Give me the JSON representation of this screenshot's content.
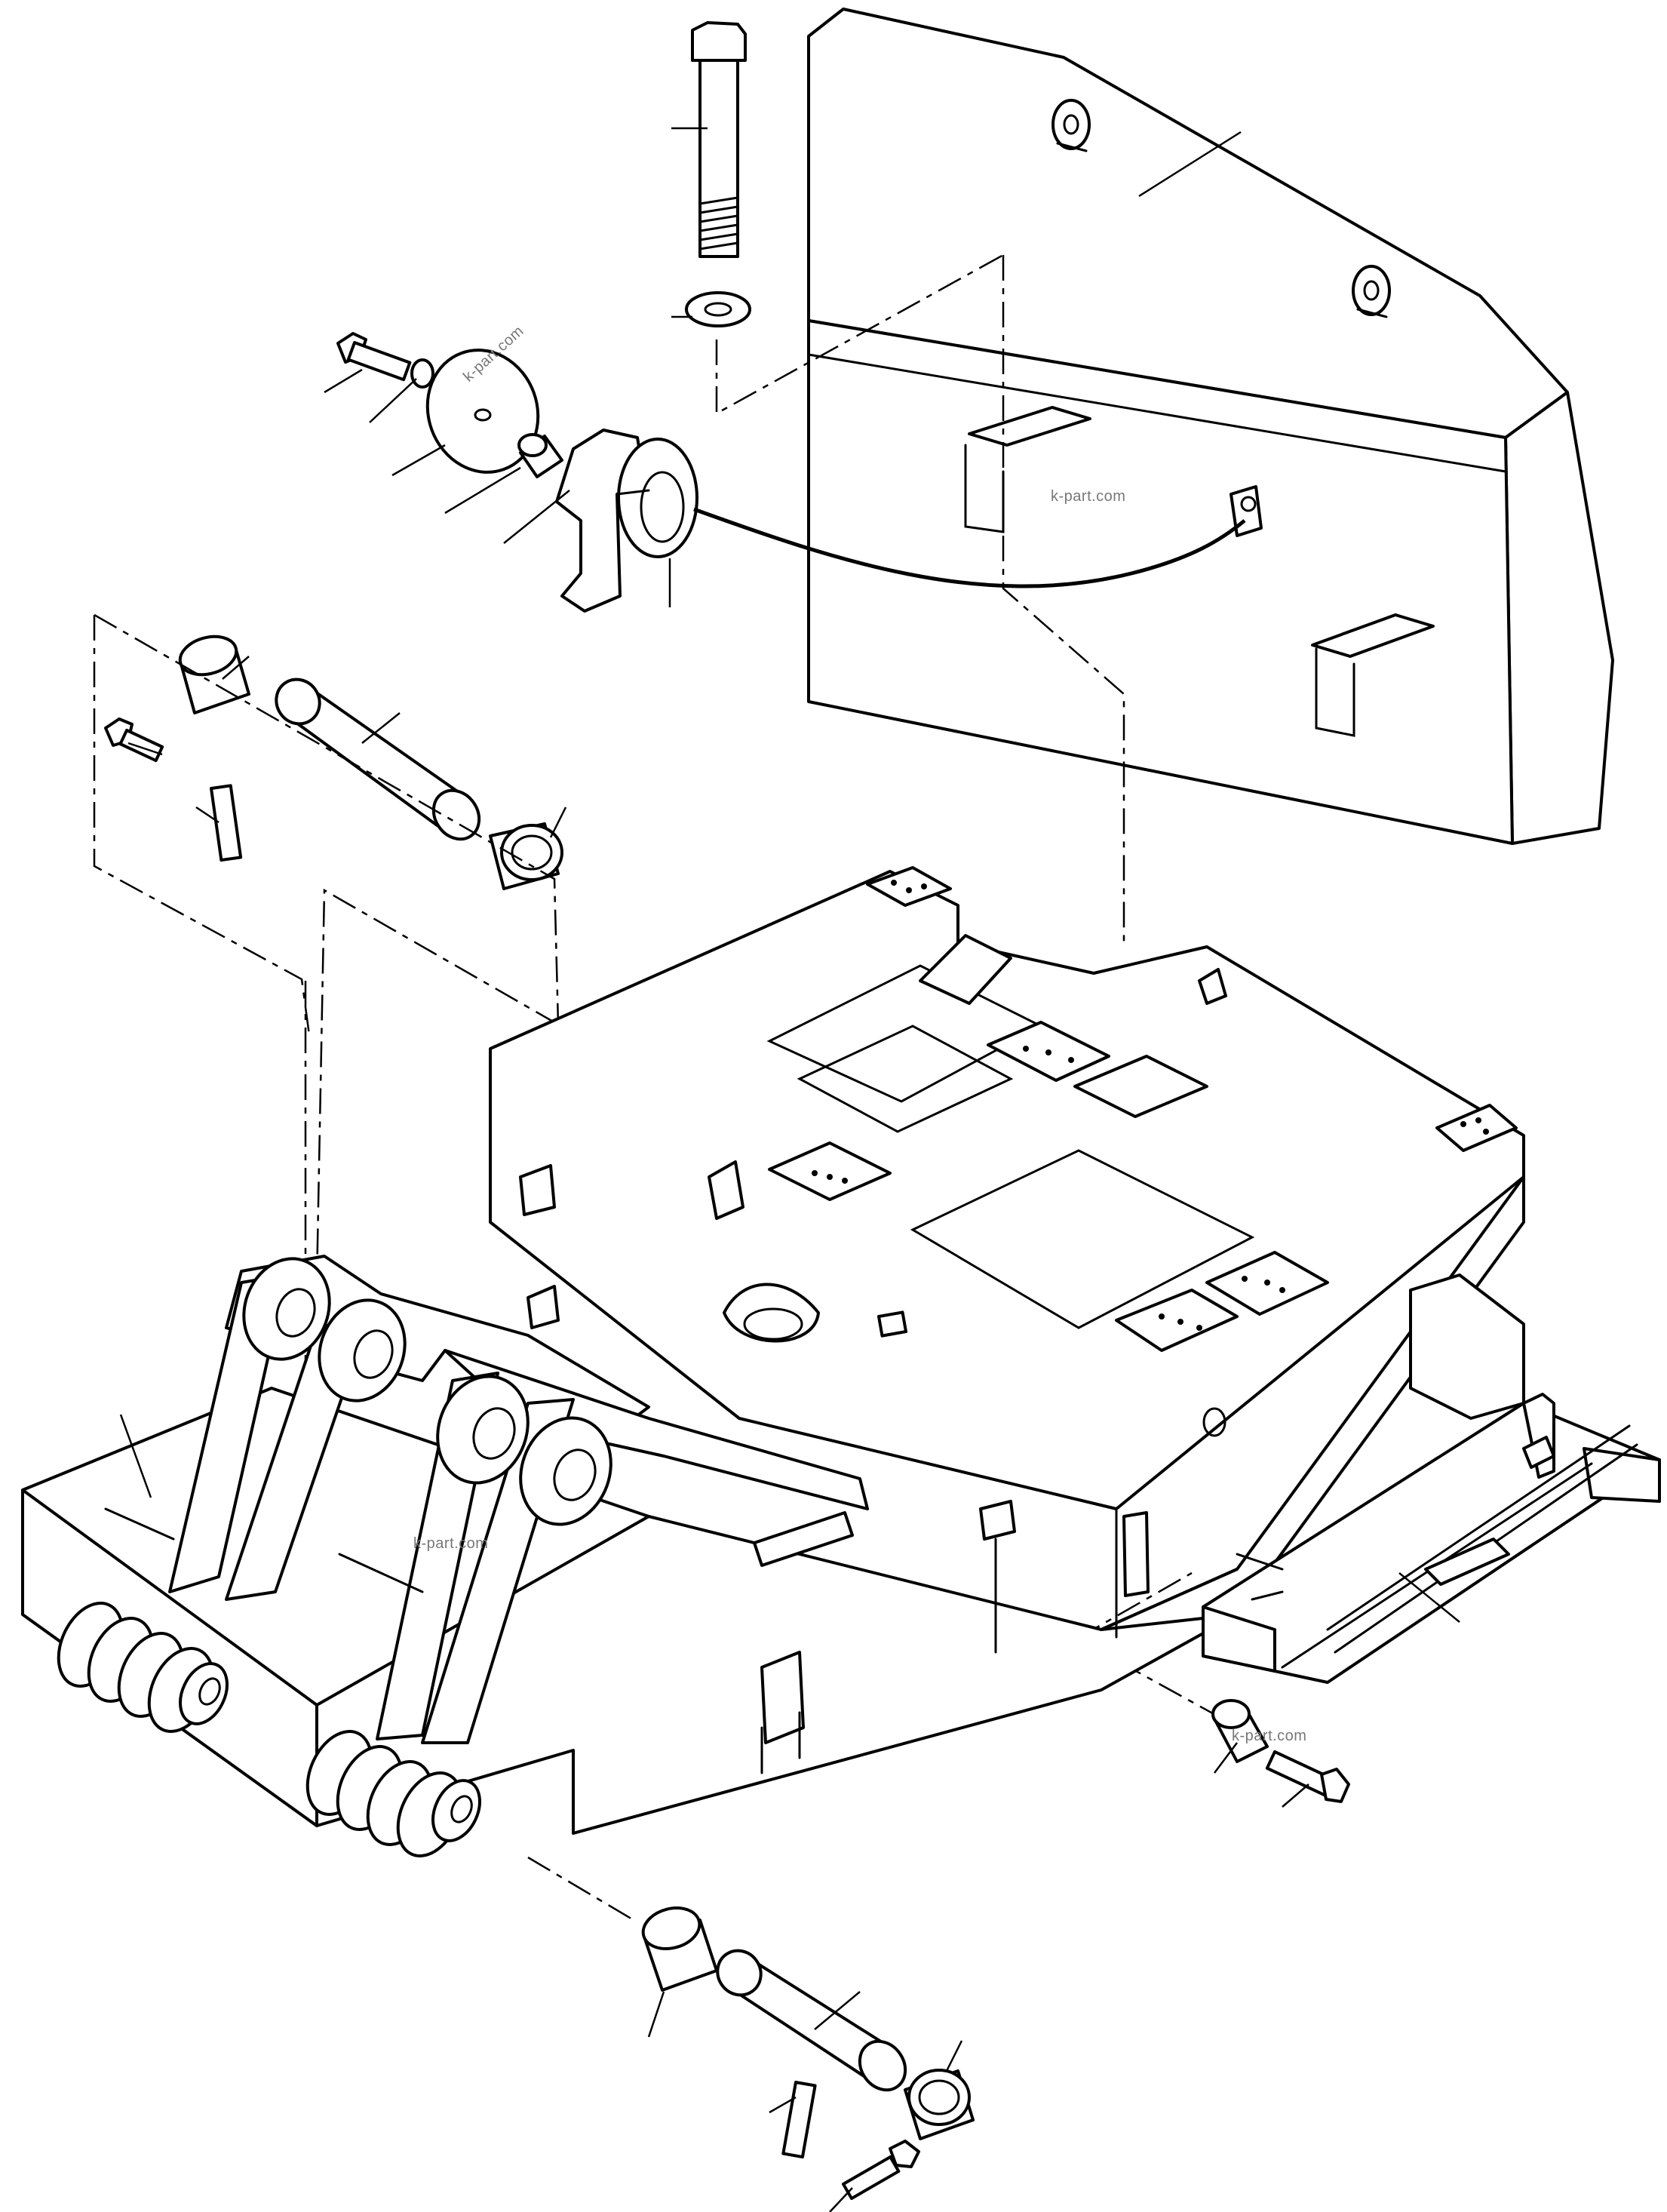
{
  "watermarks": [
    "k-part.com",
    "k-part.com",
    "k-part.com",
    "k-part.com"
  ],
  "colors": {
    "line": "#000000",
    "background": "#ffffff",
    "watermark": "#777777"
  }
}
